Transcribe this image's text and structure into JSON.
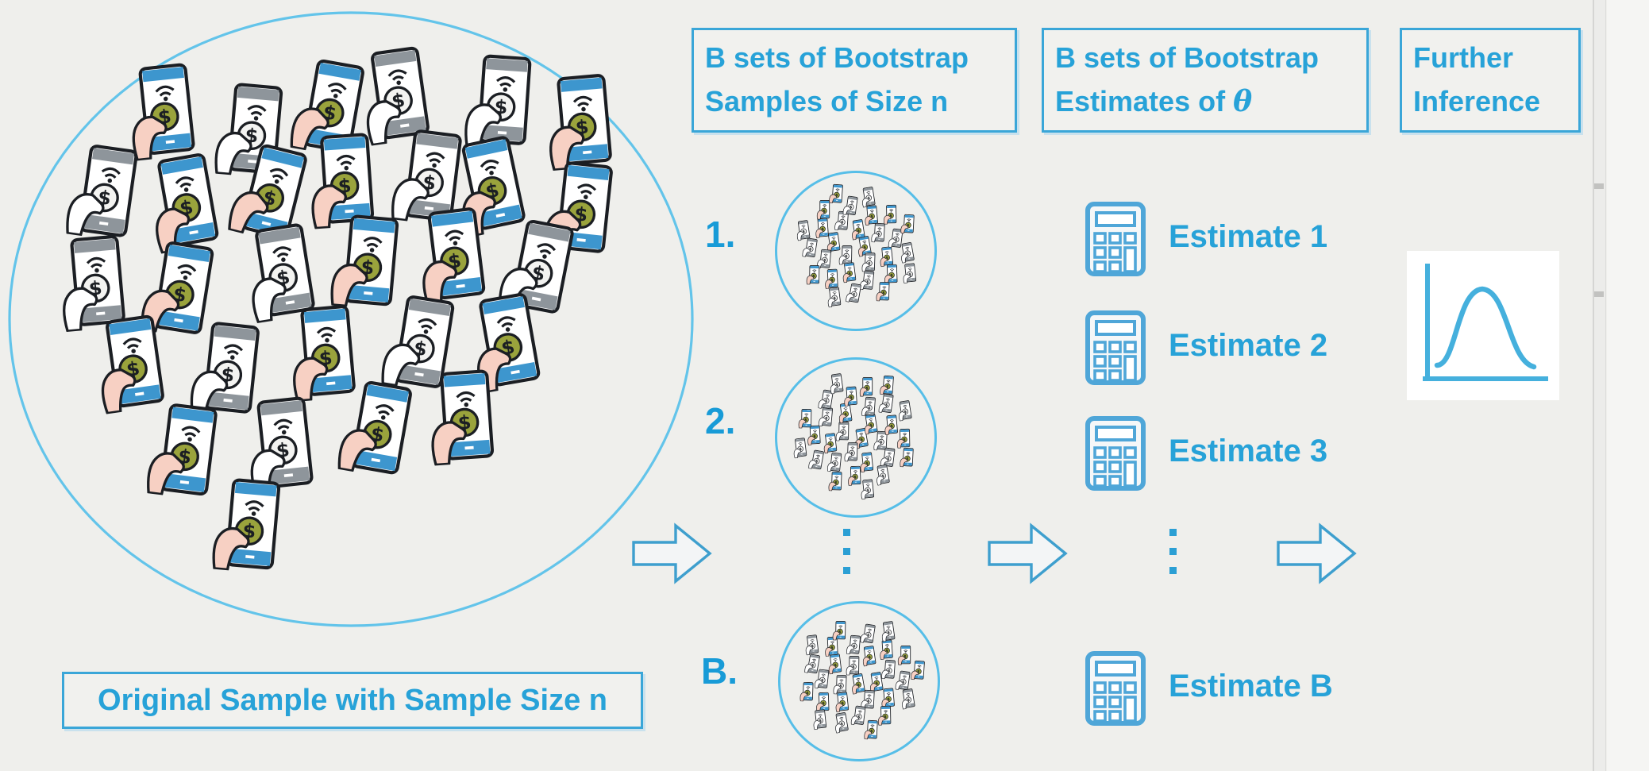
{
  "colors": {
    "background": "#efefec",
    "accent_text": "#27a2d8",
    "number_text": "#189bd7",
    "box_border": "#3aa6d8",
    "ellipse_stroke": "#63c4ea",
    "circle_stroke": "#56bee8",
    "arrow_stroke": "#3e9fce",
    "calculator_stroke": "#4fa6d8",
    "curve_stroke": "#45b0dd",
    "phone_frame_blue": "#3d96ce",
    "phone_frame_gray": "#8e959b",
    "hand_skin": "#f7d0c3",
    "coin_green": "#9aa33c"
  },
  "header_boxes": [
    {
      "line1": "B sets of Bootstrap",
      "line2": "Samples of Size n"
    },
    {
      "line1": "B sets of Bootstrap",
      "line2_prefix": "Estimates of ",
      "theta": "θ"
    },
    {
      "line1": "Further",
      "line2": "Inference"
    }
  ],
  "original_sample": {
    "label": "Original Sample with Sample Size n"
  },
  "bootstrap_samples": {
    "items": [
      {
        "number": "1."
      },
      {
        "number": "2."
      },
      {
        "number": "B."
      }
    ],
    "phones_per_sample": 30
  },
  "estimates": {
    "items": [
      {
        "label": "Estimate 1"
      },
      {
        "label": "Estimate 2"
      },
      {
        "label": "Estimate 3"
      },
      {
        "label": "Estimate B"
      }
    ]
  },
  "population": {
    "phone_count": 29
  },
  "icons": {
    "phone": "smartphone-payment-icon",
    "calculator": "calculator-icon",
    "curve": "bell-curve-icon",
    "arrow": "right-arrow-icon",
    "dots": "vertical-ellipsis"
  }
}
